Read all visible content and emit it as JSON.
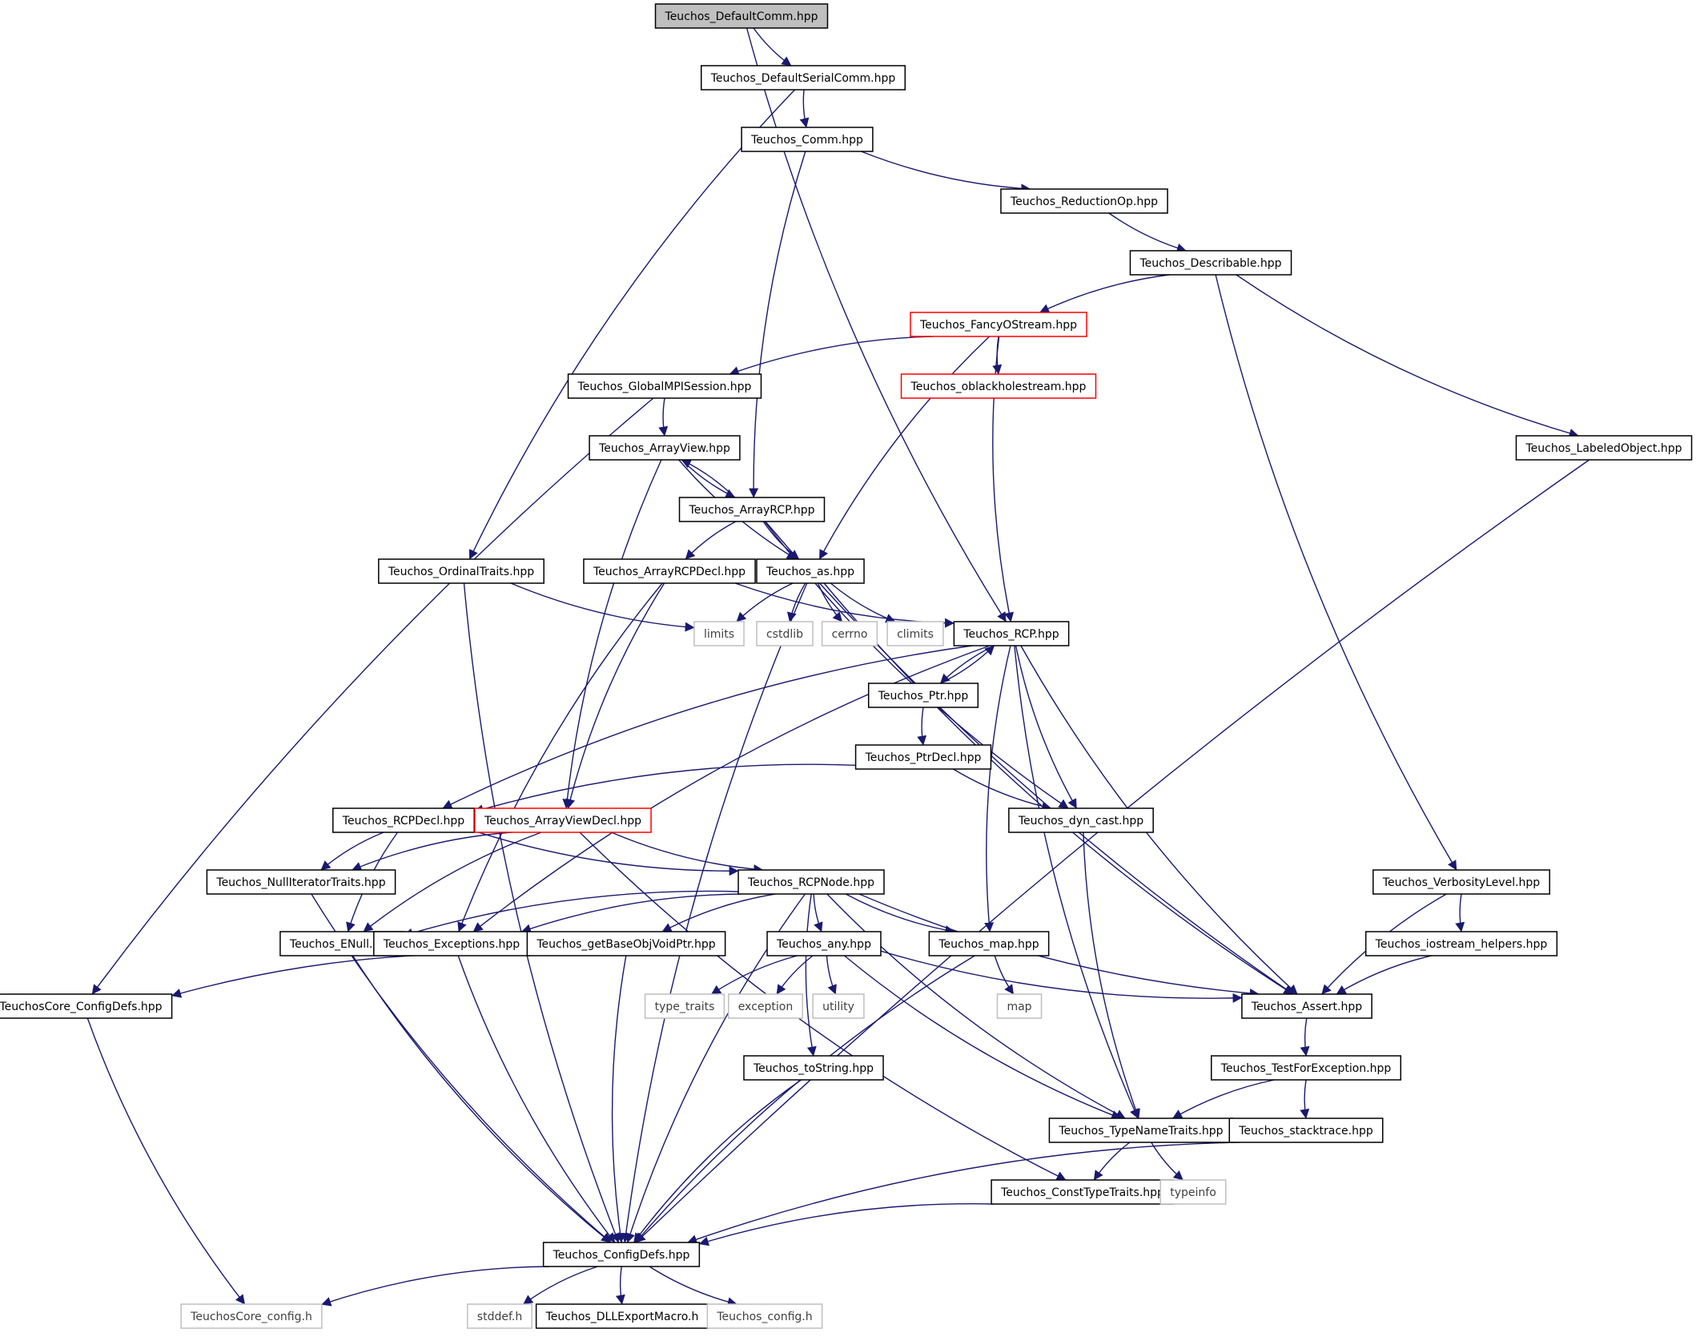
{
  "graph": {
    "colors": {
      "edge": "#191970",
      "node_border": "#000000",
      "root_fill": "#bfbfbf",
      "incomplete_border": "#ff0000",
      "external_border": "#bfbfbf",
      "external_text": "#404040"
    },
    "nodes": [
      {
        "id": "n_defaultcomm",
        "label": "Teuchos_DefaultComm.hpp",
        "kind": "root"
      },
      {
        "id": "n_defaultserialcomm",
        "label": "Teuchos_DefaultSerialComm.hpp",
        "kind": "file"
      },
      {
        "id": "n_comm",
        "label": "Teuchos_Comm.hpp",
        "kind": "file"
      },
      {
        "id": "n_reductionop",
        "label": "Teuchos_ReductionOp.hpp",
        "kind": "file"
      },
      {
        "id": "n_describable",
        "label": "Teuchos_Describable.hpp",
        "kind": "file"
      },
      {
        "id": "n_fancyostream",
        "label": "Teuchos_FancyOStream.hpp",
        "kind": "incomplete"
      },
      {
        "id": "n_globalmpisession",
        "label": "Teuchos_GlobalMPISession.hpp",
        "kind": "file"
      },
      {
        "id": "n_oblackhole",
        "label": "Teuchos_oblackholestream.hpp",
        "kind": "incomplete"
      },
      {
        "id": "n_arrayview",
        "label": "Teuchos_ArrayView.hpp",
        "kind": "file"
      },
      {
        "id": "n_labeledobject",
        "label": "Teuchos_LabeledObject.hpp",
        "kind": "file"
      },
      {
        "id": "n_arrayrcp",
        "label": "Teuchos_ArrayRCP.hpp",
        "kind": "file"
      },
      {
        "id": "n_ordinaltraits",
        "label": "Teuchos_OrdinalTraits.hpp",
        "kind": "file"
      },
      {
        "id": "n_arrayrcpdecl",
        "label": "Teuchos_ArrayRCPDecl.hpp",
        "kind": "file"
      },
      {
        "id": "n_as",
        "label": "Teuchos_as.hpp",
        "kind": "file"
      },
      {
        "id": "n_limits",
        "label": "limits",
        "kind": "external"
      },
      {
        "id": "n_cstdlib",
        "label": "cstdlib",
        "kind": "external"
      },
      {
        "id": "n_cerrno",
        "label": "cerrno",
        "kind": "external"
      },
      {
        "id": "n_climits",
        "label": "climits",
        "kind": "external"
      },
      {
        "id": "n_rcp",
        "label": "Teuchos_RCP.hpp",
        "kind": "file"
      },
      {
        "id": "n_ptr",
        "label": "Teuchos_Ptr.hpp",
        "kind": "file"
      },
      {
        "id": "n_ptrdecl",
        "label": "Teuchos_PtrDecl.hpp",
        "kind": "file"
      },
      {
        "id": "n_rcpdecl",
        "label": "Teuchos_RCPDecl.hpp",
        "kind": "file"
      },
      {
        "id": "n_arrayviewdecl",
        "label": "Teuchos_ArrayViewDecl.hpp",
        "kind": "incomplete"
      },
      {
        "id": "n_dyncast",
        "label": "Teuchos_dyn_cast.hpp",
        "kind": "file"
      },
      {
        "id": "n_nulliteratortraits",
        "label": "Teuchos_NullIteratorTraits.hpp",
        "kind": "file"
      },
      {
        "id": "n_rcpnode",
        "label": "Teuchos_RCPNode.hpp",
        "kind": "file"
      },
      {
        "id": "n_verbositylevel",
        "label": "Teuchos_VerbosityLevel.hpp",
        "kind": "file"
      },
      {
        "id": "n_enull",
        "label": "Teuchos_ENull.hpp",
        "kind": "file"
      },
      {
        "id": "n_exceptions",
        "label": "Teuchos_Exceptions.hpp",
        "kind": "file"
      },
      {
        "id": "n_getbaseobjvoidptr",
        "label": "Teuchos_getBaseObjVoidPtr.hpp",
        "kind": "file"
      },
      {
        "id": "n_any",
        "label": "Teuchos_any.hpp",
        "kind": "file"
      },
      {
        "id": "n_map",
        "label": "Teuchos_map.hpp",
        "kind": "file"
      },
      {
        "id": "n_iostreamhelpers",
        "label": "Teuchos_iostream_helpers.hpp",
        "kind": "file"
      },
      {
        "id": "n_coreconfigdefs",
        "label": "TeuchosCore_ConfigDefs.hpp",
        "kind": "file"
      },
      {
        "id": "n_typetraits",
        "label": "type_traits",
        "kind": "external"
      },
      {
        "id": "n_exception",
        "label": "exception",
        "kind": "external"
      },
      {
        "id": "n_utility",
        "label": "utility",
        "kind": "external"
      },
      {
        "id": "n_mapstd",
        "label": "map",
        "kind": "external"
      },
      {
        "id": "n_assert",
        "label": "Teuchos_Assert.hpp",
        "kind": "file"
      },
      {
        "id": "n_tostring",
        "label": "Teuchos_toString.hpp",
        "kind": "file"
      },
      {
        "id": "n_testforexception",
        "label": "Teuchos_TestForException.hpp",
        "kind": "file"
      },
      {
        "id": "n_typenametraits",
        "label": "Teuchos_TypeNameTraits.hpp",
        "kind": "file"
      },
      {
        "id": "n_stacktrace",
        "label": "Teuchos_stacktrace.hpp",
        "kind": "file"
      },
      {
        "id": "n_consttypetraits",
        "label": "Teuchos_ConstTypeTraits.hpp",
        "kind": "file"
      },
      {
        "id": "n_typeinfo",
        "label": "typeinfo",
        "kind": "external"
      },
      {
        "id": "n_configdefs",
        "label": "Teuchos_ConfigDefs.hpp",
        "kind": "file"
      },
      {
        "id": "n_coreconfigh",
        "label": "TeuchosCore_config.h",
        "kind": "external"
      },
      {
        "id": "n_stddef",
        "label": "stddef.h",
        "kind": "external"
      },
      {
        "id": "n_dllexport",
        "label": "Teuchos_DLLExportMacro.h",
        "kind": "file"
      },
      {
        "id": "n_configh",
        "label": "Teuchos_config.h",
        "kind": "external"
      }
    ],
    "edges": [
      [
        "n_defaultcomm",
        "n_defaultserialcomm"
      ],
      [
        "n_defaultcomm",
        "n_rcp"
      ],
      [
        "n_defaultserialcomm",
        "n_comm"
      ],
      [
        "n_defaultserialcomm",
        "n_ordinaltraits"
      ],
      [
        "n_comm",
        "n_reductionop"
      ],
      [
        "n_comm",
        "n_arrayrcp"
      ],
      [
        "n_reductionop",
        "n_describable"
      ],
      [
        "n_describable",
        "n_fancyostream"
      ],
      [
        "n_describable",
        "n_labeledobject"
      ],
      [
        "n_describable",
        "n_verbositylevel"
      ],
      [
        "n_fancyostream",
        "n_globalmpisession"
      ],
      [
        "n_fancyostream",
        "n_oblackhole"
      ],
      [
        "n_fancyostream",
        "n_as"
      ],
      [
        "n_fancyostream",
        "n_rcp"
      ],
      [
        "n_globalmpisession",
        "n_arrayview"
      ],
      [
        "n_globalmpisession",
        "n_coreconfigdefs"
      ],
      [
        "n_arrayview",
        "n_arrayrcp"
      ],
      [
        "n_arrayview",
        "n_as"
      ],
      [
        "n_arrayview",
        "n_arrayviewdecl"
      ],
      [
        "n_arrayrcp",
        "n_arrayview"
      ],
      [
        "n_arrayrcp",
        "n_arrayrcpdecl"
      ],
      [
        "n_arrayrcp",
        "n_as"
      ],
      [
        "n_arrayrcp",
        "n_dyncast"
      ],
      [
        "n_arrayrcp",
        "n_assert"
      ],
      [
        "n_labeledobject",
        "n_configdefs"
      ],
      [
        "n_ordinaltraits",
        "n_limits"
      ],
      [
        "n_ordinaltraits",
        "n_configdefs"
      ],
      [
        "n_arrayrcpdecl",
        "n_rcp"
      ],
      [
        "n_arrayrcpdecl",
        "n_arrayviewdecl"
      ],
      [
        "n_arrayrcpdecl",
        "n_exceptions"
      ],
      [
        "n_as",
        "n_limits"
      ],
      [
        "n_as",
        "n_cstdlib"
      ],
      [
        "n_as",
        "n_cerrno"
      ],
      [
        "n_as",
        "n_climits"
      ],
      [
        "n_as",
        "n_assert"
      ],
      [
        "n_as",
        "n_configdefs"
      ],
      [
        "n_rcp",
        "n_ptr"
      ],
      [
        "n_rcp",
        "n_rcpdecl"
      ],
      [
        "n_rcp",
        "n_exceptions"
      ],
      [
        "n_rcp",
        "n_dyncast"
      ],
      [
        "n_rcp",
        "n_map"
      ],
      [
        "n_rcp",
        "n_assert"
      ],
      [
        "n_rcp",
        "n_typenametraits"
      ],
      [
        "n_ptr",
        "n_rcp"
      ],
      [
        "n_ptr",
        "n_ptrdecl"
      ],
      [
        "n_ptrdecl",
        "n_rcpdecl"
      ],
      [
        "n_ptrdecl",
        "n_dyncast"
      ],
      [
        "n_rcpdecl",
        "n_nulliteratortraits"
      ],
      [
        "n_rcpdecl",
        "n_enull"
      ],
      [
        "n_rcpdecl",
        "n_rcpnode"
      ],
      [
        "n_arrayviewdecl",
        "n_nulliteratortraits"
      ],
      [
        "n_arrayviewdecl",
        "n_enull"
      ],
      [
        "n_arrayviewdecl",
        "n_rcpnode"
      ],
      [
        "n_arrayviewdecl",
        "n_consttypetraits"
      ],
      [
        "n_dyncast",
        "n_typenametraits"
      ],
      [
        "n_nulliteratortraits",
        "n_configdefs"
      ],
      [
        "n_rcpnode",
        "n_enull"
      ],
      [
        "n_rcpnode",
        "n_exceptions"
      ],
      [
        "n_rcpnode",
        "n_getbaseobjvoidptr"
      ],
      [
        "n_rcpnode",
        "n_any"
      ],
      [
        "n_rcpnode",
        "n_map"
      ],
      [
        "n_rcpnode",
        "n_assert"
      ],
      [
        "n_rcpnode",
        "n_tostring"
      ],
      [
        "n_rcpnode",
        "n_typenametraits"
      ],
      [
        "n_rcpnode",
        "n_configdefs"
      ],
      [
        "n_verbositylevel",
        "n_iostreamhelpers"
      ],
      [
        "n_verbositylevel",
        "n_assert"
      ],
      [
        "n_iostreamhelpers",
        "n_assert"
      ],
      [
        "n_enull",
        "n_configdefs"
      ],
      [
        "n_exceptions",
        "n_configdefs"
      ],
      [
        "n_getbaseobjvoidptr",
        "n_coreconfigdefs"
      ],
      [
        "n_getbaseobjvoidptr",
        "n_configdefs"
      ],
      [
        "n_any",
        "n_typetraits"
      ],
      [
        "n_any",
        "n_exception"
      ],
      [
        "n_any",
        "n_utility"
      ],
      [
        "n_any",
        "n_assert"
      ],
      [
        "n_any",
        "n_typenametraits"
      ],
      [
        "n_map",
        "n_mapstd"
      ],
      [
        "n_map",
        "n_configdefs"
      ],
      [
        "n_coreconfigdefs",
        "n_coreconfigh"
      ],
      [
        "n_assert",
        "n_testforexception"
      ],
      [
        "n_tostring",
        "n_configdefs"
      ],
      [
        "n_testforexception",
        "n_typenametraits"
      ],
      [
        "n_testforexception",
        "n_stacktrace"
      ],
      [
        "n_typenametraits",
        "n_consttypetraits"
      ],
      [
        "n_typenametraits",
        "n_typeinfo"
      ],
      [
        "n_stacktrace",
        "n_configdefs"
      ],
      [
        "n_consttypetraits",
        "n_configdefs"
      ],
      [
        "n_configdefs",
        "n_coreconfigh"
      ],
      [
        "n_configdefs",
        "n_stddef"
      ],
      [
        "n_configdefs",
        "n_dllexport"
      ],
      [
        "n_configdefs",
        "n_configh"
      ]
    ]
  }
}
